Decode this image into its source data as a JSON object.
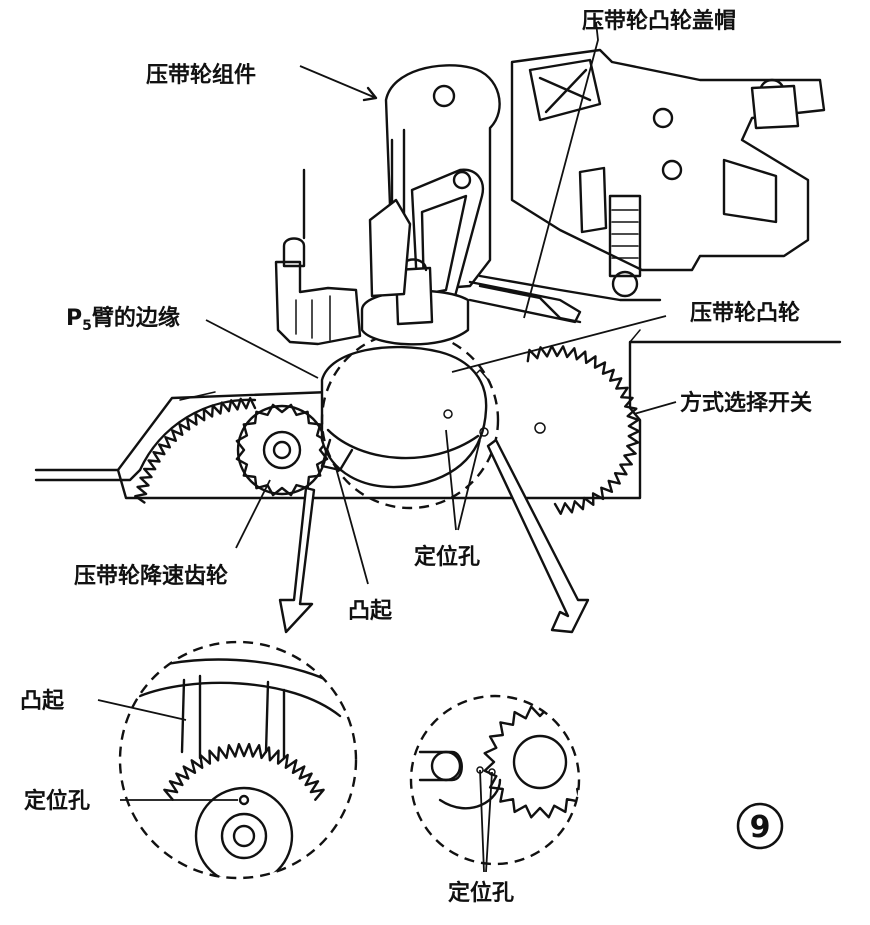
{
  "figure_number": "9",
  "labels": {
    "pressure_roller_cam_cap": "压带轮凸轮盖帽",
    "pressure_roller_assembly": "压带轮组件",
    "p5_arm_edge_prefix": "P",
    "p5_arm_edge_sub": "5",
    "p5_arm_edge_suffix": "臂的边缘",
    "pressure_roller_cam": "压带轮凸轮",
    "mode_select_switch": "方式选择开关",
    "pressure_roller_reduction_gear": "压带轮降速齿轮",
    "positioning_hole_top": "定位孔",
    "projection_top": "凸起",
    "projection_detail": "凸起",
    "positioning_hole_detail_left": "定位孔",
    "positioning_hole_detail_bottom": "定位孔"
  }
}
